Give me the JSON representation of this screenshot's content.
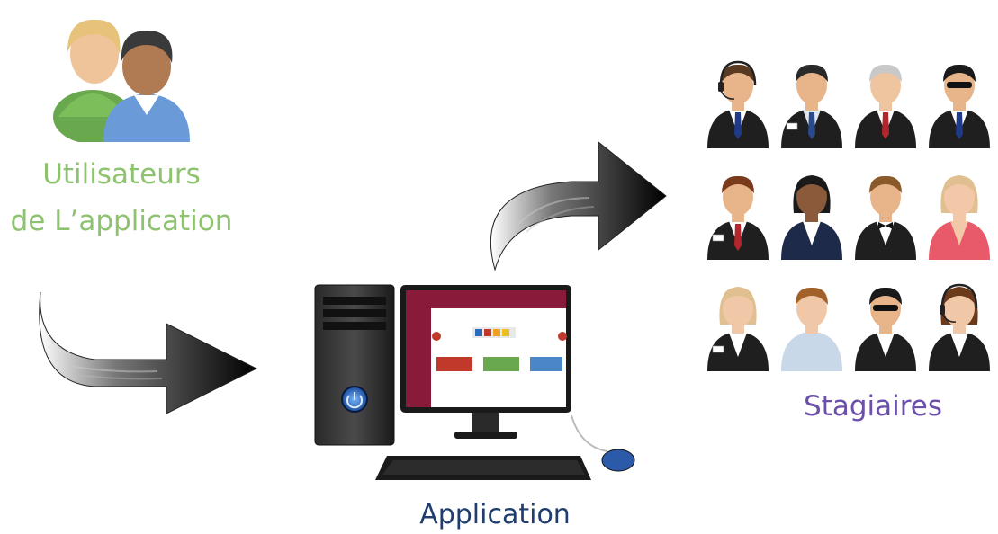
{
  "labels": {
    "users_line1": "Utilisateurs",
    "users_line2": "de L’application",
    "application": "Application",
    "trainees": "Stagiaires"
  },
  "icons": {
    "users": "users-group-icon",
    "arrow_in": "curved-arrow-right-icon",
    "arrow_out": "curved-arrow-up-right-icon",
    "computer": "desktop-computer-icon",
    "trainee": "person-avatar-icon"
  },
  "colors": {
    "users_label": "#8dc26f",
    "application_label": "#1f3e6e",
    "trainees_label": "#6b4fa8",
    "screen_header": "#8a1a3a",
    "app_tile_red": "#c0392b",
    "app_tile_green": "#6aa84f",
    "app_tile_blue": "#4a86c8"
  },
  "trainees": [
    {
      "skin": "#e8b48a",
      "hair": "#5a3b22",
      "suit": "#1f1f1f",
      "shirt": "#ffffff",
      "tie": "#203a8a",
      "headset": true
    },
    {
      "skin": "#e8b48a",
      "hair": "#2a2a2a",
      "suit": "#1f1f1f",
      "shirt": "#dfe8f0",
      "tie": "#2a4a8a",
      "badge": true
    },
    {
      "skin": "#efc5a0",
      "hair": "#c8c8c8",
      "suit": "#1f1f1f",
      "shirt": "#ffffff",
      "tie": "#b3262b"
    },
    {
      "skin": "#e8b48a",
      "hair": "#1a1a1a",
      "suit": "#1f1f1f",
      "shirt": "#ffffff",
      "tie": "#203a8a",
      "glasses": true
    },
    {
      "skin": "#e8b48a",
      "hair": "#7a3b1c",
      "suit": "#1f1f1f",
      "shirt": "#ffffff",
      "tie": "#b3262b",
      "badge": true
    },
    {
      "skin": "#8a5a3a",
      "hair": "#1a1a1a",
      "suit": "#1e2a4a",
      "shirt": "#ffffff",
      "tie": "",
      "long": true
    },
    {
      "skin": "#e8b48a",
      "hair": "#8a5a2a",
      "suit": "#1f1f1f",
      "shirt": "#ffffff",
      "bow": true
    },
    {
      "skin": "#f2c8a8",
      "hair": "#e0c090",
      "suit": "#e85a6a",
      "shirt": "#f2c8a8",
      "tie": "",
      "long": true
    },
    {
      "skin": "#f0c8a8",
      "hair": "#e0c090",
      "suit": "#1f1f1f",
      "shirt": "#ffffff",
      "tie": "",
      "long": true,
      "badge": true
    },
    {
      "skin": "#f0c8a8",
      "hair": "#a0622a",
      "suit": "#c8d8e8",
      "shirt": "#c8d8e8",
      "tie": ""
    },
    {
      "skin": "#e8b48a",
      "hair": "#1a1a1a",
      "suit": "#1f1f1f",
      "shirt": "#ffffff",
      "tie": "",
      "glasses": true
    },
    {
      "skin": "#f0c8a8",
      "hair": "#6a3a1a",
      "suit": "#1f1f1f",
      "shirt": "#ffffff",
      "tie": "",
      "long": true,
      "headset": true
    }
  ]
}
